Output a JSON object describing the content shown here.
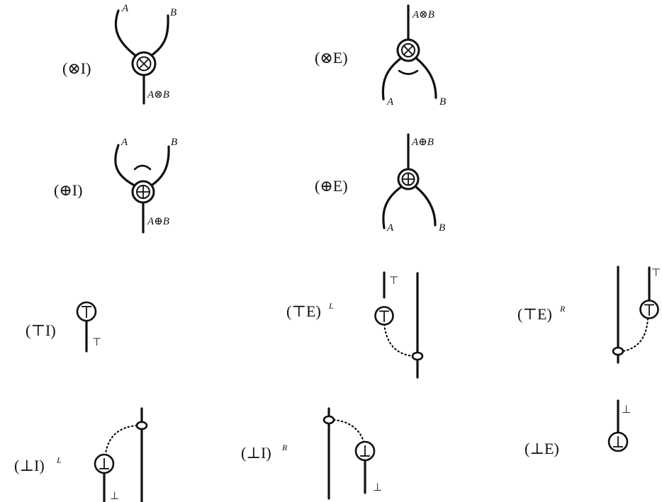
{
  "rules": {
    "tensor_intro": {
      "label": "(⊗I)",
      "wire_a": "A",
      "wire_b": "B",
      "wire_out": "A⊗B"
    },
    "tensor_elim": {
      "label": "(⊗E)",
      "wire_in": "A⊗B",
      "wire_a": "A",
      "wire_b": "B"
    },
    "plus_intro": {
      "label": "(⊕I)",
      "wire_a": "A",
      "wire_b": "B",
      "wire_out": "A⊕B"
    },
    "plus_elim": {
      "label": "(⊕E)",
      "wire_in": "A⊕B",
      "wire_a": "A",
      "wire_b": "B"
    },
    "top_intro": {
      "label": "(⊤I)",
      "wire_out": "⊤"
    },
    "top_elim_left": {
      "label": "(⊤E)",
      "superscript": "L",
      "wire_in": "⊤"
    },
    "top_elim_right": {
      "label": "(⊤E)",
      "superscript": "R",
      "wire_in": "⊤"
    },
    "bottom_intro_left": {
      "label": "(⊥I)",
      "superscript": "L",
      "wire_out": "⊥"
    },
    "bottom_intro_right": {
      "label": "(⊥I)",
      "superscript": "R",
      "wire_out": "⊥"
    },
    "bottom_elim": {
      "label": "(⊥E)",
      "wire_in": "⊥"
    }
  },
  "node_glyphs": {
    "tensor": "⊗",
    "plus": "⊕",
    "top": "⊤",
    "bottom": "⊥"
  }
}
